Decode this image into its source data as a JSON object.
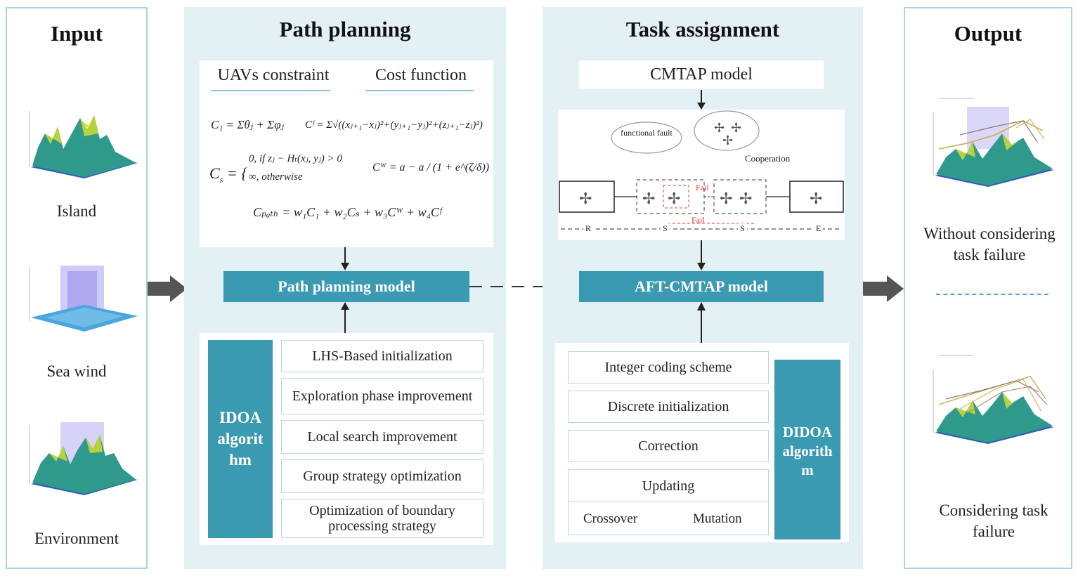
{
  "columns": {
    "input": {
      "title": "Input",
      "items": [
        "Island",
        "Sea wind",
        "Environment"
      ]
    },
    "path_planning": {
      "title": "Path planning",
      "tabs": [
        "UAVs constraint",
        "Cost function"
      ],
      "model_label": "Path planning model",
      "algorithm_label": "IDOA algorit hm",
      "steps": [
        "LHS-Based initialization",
        "Exploration phase improvement",
        "Local search improvement",
        "Group strategy optimization",
        "Optimization of boundary processing strategy"
      ]
    },
    "task_assignment": {
      "title": "Task assignment",
      "top_model": "CMTAP model",
      "model_label": "AFT-CMTAP model",
      "algorithm_label": "DIDOA algorith m",
      "steps": [
        "Integer coding scheme",
        "Discrete initialization",
        "Correction",
        "Updating"
      ],
      "substeps": [
        "Crossover",
        "Mutation"
      ],
      "scheme": {
        "functional_fault": "functional fault",
        "cooperation": "Cooperation",
        "fail": "Fail",
        "fail_bottom": "Fail",
        "stage_labels": [
          "R",
          "S",
          "S",
          "E"
        ]
      }
    },
    "output": {
      "title": "Output",
      "items": [
        "Without considering task failure",
        "Considering task failure"
      ]
    }
  },
  "formulas": {
    "c1": "C₁ = Σθⱼ + Σφⱼ",
    "cf": "Cᶠ = Σ√((xⱼ₊₁−xⱼ)²+(yⱼ₊₁−yⱼ)²+(zⱼ₊₁−zⱼ)²)",
    "cs_a": "0,  if zⱼ − Hₜ(xⱼ, yⱼ) > 0",
    "cs_b": "∞,  otherwise",
    "cw": "Cᵂ = a − a / (1 + e^(ζ/δ))",
    "cpath": "Cₚₐₜₕ = w₁C₁ + w₂Cₛ + w₃Cᵂ + w₄Cᶠ"
  },
  "colors": {
    "teal": "#3a9ab2",
    "border": "#a8d3df",
    "panel_bg": "#e3f1f5",
    "fail_red": "#d9403a"
  }
}
